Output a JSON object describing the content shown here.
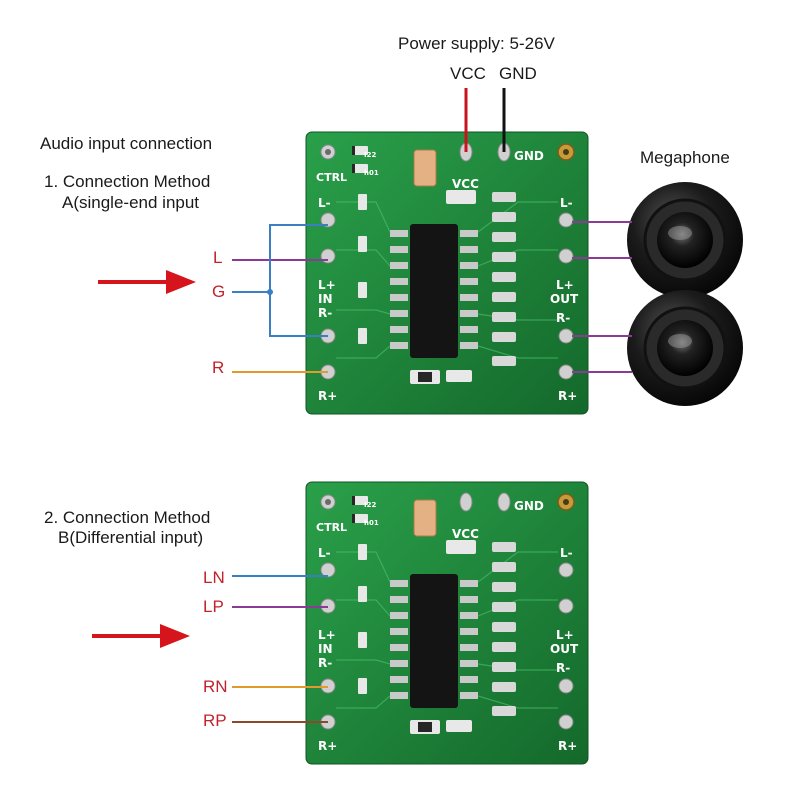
{
  "power": {
    "title": "Power supply: 5-26V",
    "vcc": "VCC",
    "gnd": "GND"
  },
  "section1": {
    "heading": "Audio input connection",
    "method_line1": "1. Connection Method",
    "method_line2": "A(single-end input",
    "labels": {
      "l": "L",
      "g": "G",
      "r": "R"
    },
    "output_label": "Megaphone"
  },
  "section2": {
    "method_line1": "2. Connection Method",
    "method_line2": "B(Differential input)",
    "labels": {
      "ln": "LN",
      "lp": "LP",
      "rn": "RN",
      "rp": "RP"
    }
  },
  "board": {
    "ctrl": "CTRL",
    "vcc": "VCC",
    "gnd": "GND",
    "l_minus": "L-",
    "l_plus": "L+",
    "in": "IN",
    "r_minus": "R-",
    "r_plus": "R+",
    "out": "OUT",
    "chip1": "I22",
    "chip2": "h01"
  },
  "colors": {
    "pcb": "#1f8a3c",
    "arrow": "#d6141c",
    "wire_blue": "#3a7fc1",
    "wire_purple": "#8b3a96",
    "wire_orange": "#e39a2c",
    "wire_brown": "#8a4a2a",
    "label_red": "#c0232c"
  }
}
